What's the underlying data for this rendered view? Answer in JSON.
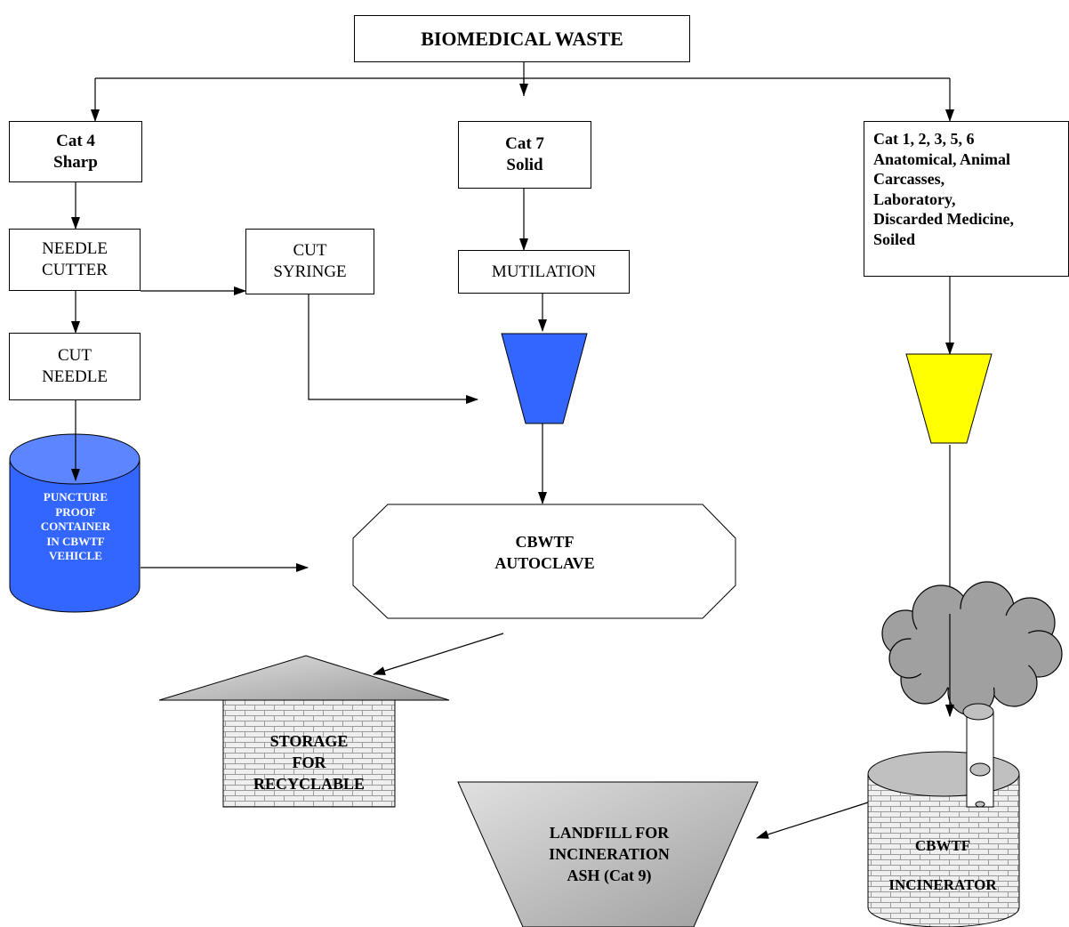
{
  "title": "BIOMEDICAL WASTE",
  "categories": {
    "sharp": {
      "line1": "Cat 4",
      "line2": "Sharp"
    },
    "solid": {
      "line1": "Cat 7",
      "line2": "Solid"
    },
    "other": {
      "lines": [
        "Cat 1, 2, 3, 5, 6",
        "Anatomical, Animal",
        "Carcasses,",
        "Laboratory,",
        "Discarded Medicine,",
        "Soiled"
      ]
    }
  },
  "steps": {
    "needle_cutter": {
      "line1": "NEEDLE",
      "line2": "CUTTER"
    },
    "cut_syringe": {
      "line1": "CUT",
      "line2": "SYRINGE"
    },
    "cut_needle": {
      "line1": "CUT",
      "line2": "NEEDLE"
    },
    "mutilation": "MUTILATION"
  },
  "puncture_container": {
    "lines": [
      "PUNCTURE",
      "PROOF",
      "CONTAINER",
      "IN CBWTF",
      "VEHICLE"
    ]
  },
  "autoclave": {
    "line1": "CBWTF",
    "line2": "AUTOCLAVE"
  },
  "storage": {
    "lines": [
      "STORAGE",
      "FOR",
      "RECYCLABLE"
    ]
  },
  "landfill": {
    "lines": [
      "LANDFILL FOR",
      "INCINERATION",
      "ASH (Cat 9)"
    ]
  },
  "incinerator": {
    "line1": "CBWTF",
    "line2": "INCINERATOR"
  },
  "colors": {
    "blue_bin": "#3366ff",
    "yellow_bin": "#ffff00",
    "smoke": "#999999",
    "grey_fill": "#c0c0c0",
    "brick": "#e8e8e8"
  }
}
